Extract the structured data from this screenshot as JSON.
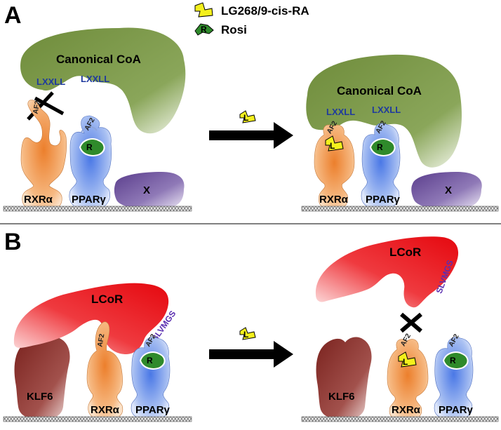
{
  "panels": {
    "a": "A",
    "b": "B"
  },
  "legend": {
    "ligand_text": "LG268/9-cis-RA",
    "rosi_text": "Rosi",
    "ligand_letter": "L",
    "rosi_letter": "R"
  },
  "labels": {
    "coa": "Canonical CoA",
    "lxxll": "LXXLL",
    "af2": "AF2",
    "rxr": "RXRα",
    "ppar": "PPARγ",
    "x": "X",
    "lcor": "LCoR",
    "slvmgs": "SLVMGS",
    "klf6": "KLF6"
  },
  "colors": {
    "coa": "#7d9a47",
    "rxr": "#ef8c3f",
    "ppar": "#5c86e6",
    "x": "#6a4d98",
    "lcor": "#e8141a",
    "klf6": "#8c2f2a",
    "ligand": "#f4f01c",
    "rosi": "#2f8a2b"
  }
}
